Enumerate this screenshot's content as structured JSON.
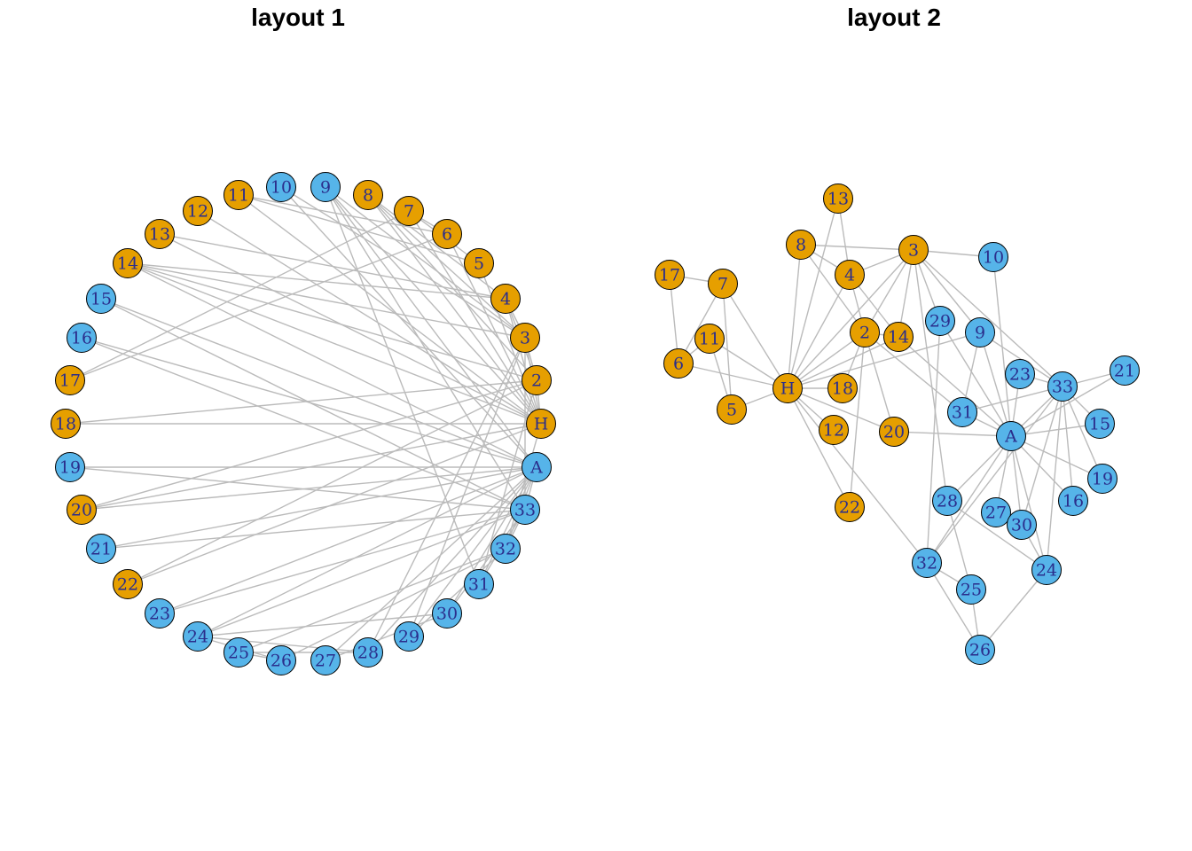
{
  "panels": [
    {
      "title": "layout 1",
      "layout_key": "l1"
    },
    {
      "title": "layout 2",
      "layout_key": "l2"
    }
  ],
  "graph": {
    "style": {
      "edge_color": "#bbbbbb",
      "edge_width": 1.4,
      "node_radius": 16.5,
      "node_stroke": "#000000",
      "node_stroke_width": 1,
      "label_color": "#2b2e8c"
    },
    "groups": {
      "hi": "#E69F00",
      "john": "#56B4E9"
    },
    "nodes": [
      {
        "id": "H",
        "group": "hi",
        "l1": [
          610,
          478
        ],
        "l2": [
          216,
          438
        ]
      },
      {
        "id": "2",
        "group": "hi",
        "l1": [
          605,
          429
        ],
        "l2": [
          303,
          375
        ]
      },
      {
        "id": "3",
        "group": "hi",
        "l1": [
          592,
          381
        ],
        "l2": [
          358,
          282
        ]
      },
      {
        "id": "4",
        "group": "hi",
        "l1": [
          570,
          337
        ],
        "l2": [
          286,
          310
        ]
      },
      {
        "id": "5",
        "group": "hi",
        "l1": [
          540,
          297
        ],
        "l2": [
          153,
          462
        ]
      },
      {
        "id": "6",
        "group": "hi",
        "l1": [
          504,
          264
        ],
        "l2": [
          93,
          410
        ]
      },
      {
        "id": "7",
        "group": "hi",
        "l1": [
          461,
          238
        ],
        "l2": [
          143,
          320
        ]
      },
      {
        "id": "8",
        "group": "hi",
        "l1": [
          415,
          220
        ],
        "l2": [
          231,
          276
        ]
      },
      {
        "id": "9",
        "group": "john",
        "l1": [
          367,
          211
        ],
        "l2": [
          433,
          375
        ]
      },
      {
        "id": "10",
        "group": "john",
        "l1": [
          317,
          211
        ],
        "l2": [
          448,
          290
        ]
      },
      {
        "id": "11",
        "group": "hi",
        "l1": [
          269,
          220
        ],
        "l2": [
          128,
          382
        ]
      },
      {
        "id": "12",
        "group": "hi",
        "l1": [
          223,
          238
        ],
        "l2": [
          268,
          485
        ]
      },
      {
        "id": "13",
        "group": "hi",
        "l1": [
          180,
          264
        ],
        "l2": [
          273,
          224
        ]
      },
      {
        "id": "14",
        "group": "hi",
        "l1": [
          144,
          297
        ],
        "l2": [
          341,
          380
        ]
      },
      {
        "id": "15",
        "group": "john",
        "l1": [
          114,
          337
        ],
        "l2": [
          568,
          478
        ]
      },
      {
        "id": "16",
        "group": "john",
        "l1": [
          92,
          381
        ],
        "l2": [
          538,
          565
        ]
      },
      {
        "id": "17",
        "group": "hi",
        "l1": [
          79,
          429
        ],
        "l2": [
          83,
          310
        ]
      },
      {
        "id": "18",
        "group": "hi",
        "l1": [
          74,
          478
        ],
        "l2": [
          278,
          438
        ]
      },
      {
        "id": "19",
        "group": "john",
        "l1": [
          79,
          527
        ],
        "l2": [
          571,
          540
        ]
      },
      {
        "id": "20",
        "group": "hi",
        "l1": [
          92,
          575
        ],
        "l2": [
          336,
          487
        ]
      },
      {
        "id": "21",
        "group": "john",
        "l1": [
          114,
          619
        ],
        "l2": [
          596,
          418
        ]
      },
      {
        "id": "22",
        "group": "hi",
        "l1": [
          144,
          659
        ],
        "l2": [
          286,
          572
        ]
      },
      {
        "id": "23",
        "group": "john",
        "l1": [
          180,
          692
        ],
        "l2": [
          478,
          422
        ]
      },
      {
        "id": "24",
        "group": "john",
        "l1": [
          223,
          718
        ],
        "l2": [
          508,
          643
        ]
      },
      {
        "id": "25",
        "group": "john",
        "l1": [
          269,
          736
        ],
        "l2": [
          423,
          665
        ]
      },
      {
        "id": "26",
        "group": "john",
        "l1": [
          317,
          745
        ],
        "l2": [
          433,
          733
        ]
      },
      {
        "id": "27",
        "group": "john",
        "l1": [
          367,
          745
        ],
        "l2": [
          451,
          578
        ]
      },
      {
        "id": "28",
        "group": "john",
        "l1": [
          415,
          736
        ],
        "l2": [
          396,
          565
        ]
      },
      {
        "id": "29",
        "group": "john",
        "l1": [
          461,
          718
        ],
        "l2": [
          388,
          362
        ]
      },
      {
        "id": "30",
        "group": "john",
        "l1": [
          504,
          692
        ],
        "l2": [
          480,
          592
        ]
      },
      {
        "id": "31",
        "group": "john",
        "l1": [
          540,
          659
        ],
        "l2": [
          413,
          465
        ]
      },
      {
        "id": "32",
        "group": "john",
        "l1": [
          570,
          619
        ],
        "l2": [
          373,
          635
        ]
      },
      {
        "id": "33",
        "group": "john",
        "l1": [
          592,
          575
        ],
        "l2": [
          526,
          436
        ]
      },
      {
        "id": "A",
        "group": "john",
        "l1": [
          605,
          527
        ],
        "l2": [
          468,
          492
        ]
      }
    ],
    "edges": [
      [
        "H",
        "2"
      ],
      [
        "H",
        "3"
      ],
      [
        "H",
        "4"
      ],
      [
        "H",
        "5"
      ],
      [
        "H",
        "6"
      ],
      [
        "H",
        "7"
      ],
      [
        "H",
        "8"
      ],
      [
        "H",
        "9"
      ],
      [
        "H",
        "11"
      ],
      [
        "H",
        "12"
      ],
      [
        "H",
        "13"
      ],
      [
        "H",
        "14"
      ],
      [
        "H",
        "18"
      ],
      [
        "H",
        "20"
      ],
      [
        "H",
        "22"
      ],
      [
        "H",
        "32"
      ],
      [
        "2",
        "3"
      ],
      [
        "2",
        "4"
      ],
      [
        "2",
        "8"
      ],
      [
        "2",
        "14"
      ],
      [
        "2",
        "18"
      ],
      [
        "2",
        "20"
      ],
      [
        "2",
        "22"
      ],
      [
        "2",
        "31"
      ],
      [
        "3",
        "4"
      ],
      [
        "3",
        "8"
      ],
      [
        "3",
        "9"
      ],
      [
        "3",
        "10"
      ],
      [
        "3",
        "14"
      ],
      [
        "3",
        "28"
      ],
      [
        "3",
        "29"
      ],
      [
        "3",
        "33"
      ],
      [
        "4",
        "8"
      ],
      [
        "4",
        "13"
      ],
      [
        "4",
        "14"
      ],
      [
        "5",
        "7"
      ],
      [
        "5",
        "11"
      ],
      [
        "6",
        "7"
      ],
      [
        "6",
        "11"
      ],
      [
        "6",
        "17"
      ],
      [
        "7",
        "17"
      ],
      [
        "9",
        "31"
      ],
      [
        "9",
        "33"
      ],
      [
        "9",
        "A"
      ],
      [
        "10",
        "A"
      ],
      [
        "14",
        "A"
      ],
      [
        "15",
        "33"
      ],
      [
        "15",
        "A"
      ],
      [
        "16",
        "33"
      ],
      [
        "16",
        "A"
      ],
      [
        "19",
        "33"
      ],
      [
        "19",
        "A"
      ],
      [
        "20",
        "A"
      ],
      [
        "21",
        "33"
      ],
      [
        "21",
        "A"
      ],
      [
        "23",
        "33"
      ],
      [
        "23",
        "A"
      ],
      [
        "24",
        "26"
      ],
      [
        "24",
        "28"
      ],
      [
        "24",
        "30"
      ],
      [
        "24",
        "33"
      ],
      [
        "24",
        "A"
      ],
      [
        "25",
        "26"
      ],
      [
        "25",
        "28"
      ],
      [
        "25",
        "32"
      ],
      [
        "26",
        "32"
      ],
      [
        "27",
        "30"
      ],
      [
        "27",
        "A"
      ],
      [
        "28",
        "A"
      ],
      [
        "29",
        "32"
      ],
      [
        "29",
        "A"
      ],
      [
        "30",
        "33"
      ],
      [
        "30",
        "A"
      ],
      [
        "31",
        "33"
      ],
      [
        "31",
        "A"
      ],
      [
        "32",
        "33"
      ],
      [
        "32",
        "A"
      ],
      [
        "33",
        "A"
      ]
    ]
  }
}
